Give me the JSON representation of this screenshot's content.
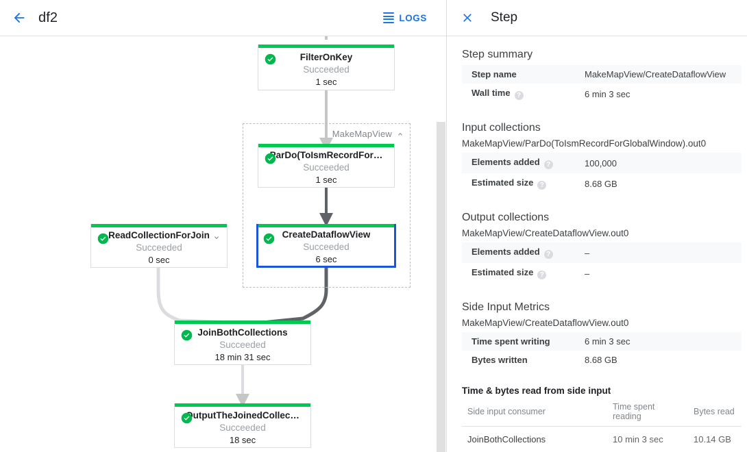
{
  "left": {
    "header": {
      "back_icon": "arrow-left-icon",
      "title": "df2",
      "logs_label": "LOGS",
      "logs_icon": "list-icon"
    },
    "group": {
      "label": "MakeMapView",
      "collapse_icon": "chevron-up-icon"
    },
    "nodes": [
      {
        "id": "filter-on-key",
        "title": "FilterOnKey",
        "status": "Succeeded",
        "time": "1 sec",
        "status_icon": "check-circle-icon",
        "selected": false,
        "expandable": false
      },
      {
        "id": "pardo-toismrecord",
        "title": "ParDo(ToIsmRecordFor…",
        "status": "Succeeded",
        "time": "1 sec",
        "status_icon": "check-circle-icon",
        "selected": false,
        "expandable": false
      },
      {
        "id": "create-dataflow-view",
        "title": "CreateDataflowView",
        "status": "Succeeded",
        "time": "6 sec",
        "status_icon": "check-circle-icon",
        "selected": true,
        "expandable": false
      },
      {
        "id": "read-collection-for-join",
        "title": "ReadCollectionForJoin",
        "status": "Succeeded",
        "time": "0 sec",
        "status_icon": "check-circle-icon",
        "selected": false,
        "expandable": true
      },
      {
        "id": "join-both-collections",
        "title": "JoinBothCollections",
        "status": "Succeeded",
        "time": "18 min 31 sec",
        "status_icon": "check-circle-icon",
        "selected": false,
        "expandable": false
      },
      {
        "id": "output-the-joined-collection",
        "title": "OutputTheJoinedCollec…",
        "status": "Succeeded",
        "time": "18 sec",
        "status_icon": "check-circle-icon",
        "selected": false,
        "expandable": false
      }
    ]
  },
  "right": {
    "header": {
      "close_icon": "close-icon",
      "title": "Step"
    },
    "step_summary": {
      "heading": "Step summary",
      "rows": [
        {
          "key": "Step name",
          "value": "MakeMapView/CreateDataflowView",
          "help": false
        },
        {
          "key": "Wall time",
          "value": "6 min 3 sec",
          "help": true
        }
      ]
    },
    "input_collections": {
      "heading": "Input collections",
      "name": "MakeMapView/ParDo(ToIsmRecordForGlobalWindow).out0",
      "rows": [
        {
          "key": "Elements added",
          "value": "100,000",
          "help": true
        },
        {
          "key": "Estimated size",
          "value": "8.68 GB",
          "help": true
        }
      ]
    },
    "output_collections": {
      "heading": "Output collections",
      "name": "MakeMapView/CreateDataflowView.out0",
      "rows": [
        {
          "key": "Elements added",
          "value": "–",
          "help": true
        },
        {
          "key": "Estimated size",
          "value": "–",
          "help": true
        }
      ]
    },
    "side_input_metrics": {
      "heading": "Side Input Metrics",
      "name": "MakeMapView/CreateDataflowView.out0",
      "rows": [
        {
          "key": "Time spent writing",
          "value": "6 min 3 sec",
          "help": false
        },
        {
          "key": "Bytes written",
          "value": "8.68 GB",
          "help": false
        }
      ],
      "table": {
        "title": "Time & bytes read from side input",
        "columns": [
          "Side input consumer",
          "Time spent reading",
          "Bytes read"
        ],
        "rows": [
          [
            "JoinBothCollections",
            "10 min 3 sec",
            "10.14 GB"
          ]
        ]
      }
    }
  },
  "colors": {
    "accent_blue": "#1a73e8",
    "selected_border": "#1a56db",
    "status_green": "#00c853",
    "edge_light": "#dadce0",
    "edge_dark": "#5f6368",
    "text_primary": "#202124",
    "text_secondary": "#80868b"
  }
}
